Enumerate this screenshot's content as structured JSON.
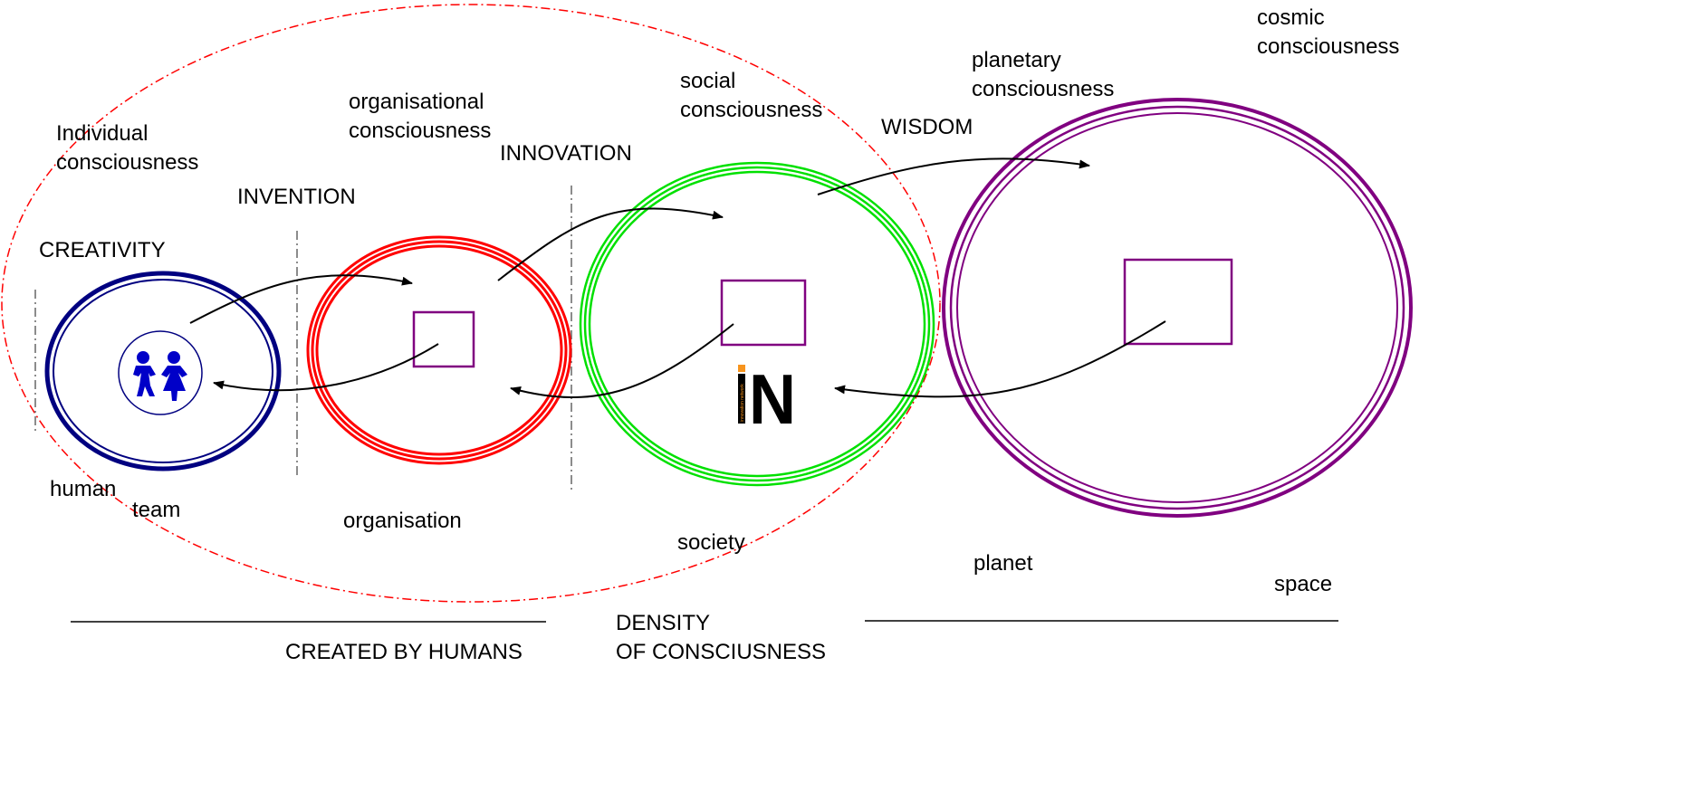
{
  "labels": {
    "cosmic_consciousness": [
      "cosmic",
      "consciousness"
    ],
    "planetary_consciousness": [
      "planetary",
      "consciousness"
    ],
    "social_consciousness": [
      "social",
      "consciousness"
    ],
    "organisational_consciousness": [
      "organisational",
      "consciousness"
    ],
    "individual_consciousness": [
      "Individual",
      "consciousness"
    ],
    "wisdom": "WISDOM",
    "innovation": "INNOVATION",
    "invention": "INVENTION",
    "creativity": "CREATIVITY",
    "human": "human",
    "team": "team",
    "organisation": "organisation",
    "society": "society",
    "planet": "planet",
    "space": "space",
    "density": [
      "DENSITY",
      "OF CONSCIUSNESS"
    ],
    "created_by_humans": "CREATED BY HUMANS"
  },
  "logo": {
    "letter": "N",
    "tagline": "innovation network"
  },
  "colors": {
    "human_circle": "#000080",
    "organisation_circle": "#ff0000",
    "society_circle": "#00e000",
    "planet_circle": "#800080",
    "created_by_humans_boundary": "#ff0000",
    "logo_accent": "#f7941d"
  }
}
